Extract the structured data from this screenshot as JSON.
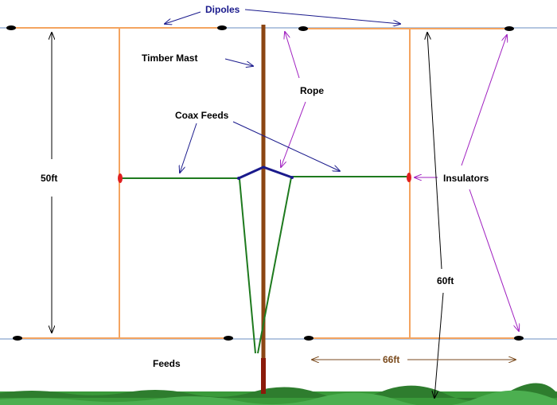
{
  "labels": {
    "dipoles": "Dipoles",
    "timber_mast": "Timber Mast",
    "rope": "Rope",
    "coax_feeds": "Coax Feeds",
    "insulators": "Insulators",
    "height_left": "50ft",
    "height_right": "60ft",
    "length": "66ft",
    "feeds": "Feeds"
  },
  "colors": {
    "wire": "#f4a460",
    "mast": "#8b4513",
    "coax": "#1e7a1e",
    "rope": "#7b68ee",
    "insulator": "#e02020",
    "arrow_blue": "#1a1a8c",
    "arrow_purple": "#a020c0",
    "ground": "#2e8b2e",
    "line_blue": "#6a8cc0"
  }
}
